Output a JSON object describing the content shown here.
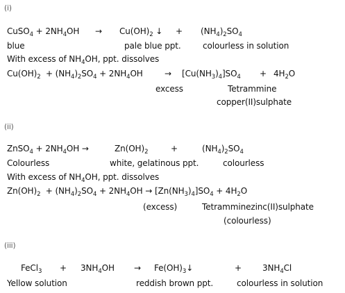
{
  "sections": [
    {
      "label": "(i)",
      "lines": [
        {
          "id": "i1",
          "cells": [
            {
              "k": "a",
              "html": "CuSO<sub>4</sub> + 2NH<sub>4</sub>OH"
            },
            {
              "k": "b",
              "html": "&rarr;"
            },
            {
              "k": "c",
              "html": "Cu(OH)<sub>2</sub> &darr;"
            },
            {
              "k": "d",
              "html": "+"
            },
            {
              "k": "e",
              "html": "(NH<sub>4</sub>)<sub>2</sub>SO<sub>4</sub>"
            }
          ]
        },
        {
          "id": "i2",
          "cells": [
            {
              "k": "a",
              "text": "blue"
            },
            {
              "k": "b",
              "text": "pale blue ppt."
            },
            {
              "k": "c",
              "text": "colourless in solution"
            }
          ]
        },
        {
          "id": "i3",
          "cells": [
            {
              "k": "a",
              "html": "With excess of NH<sub>4</sub>OH, ppt. dissolves"
            }
          ]
        },
        {
          "id": "i4",
          "cells": [
            {
              "k": "a",
              "html": "Cu(OH)<sub>2</sub> &nbsp;+ (NH<sub>4</sub>)<sub>2</sub>SO<sub>4</sub> + 2NH<sub>4</sub>OH"
            },
            {
              "k": "b",
              "html": "&rarr;"
            },
            {
              "k": "c",
              "html": "[Cu(NH<sub>3</sub>)<sub>4</sub>]SO<sub>4</sub>"
            },
            {
              "k": "d",
              "html": "+"
            },
            {
              "k": "e",
              "html": "4H<sub>2</sub>O"
            }
          ]
        },
        {
          "id": "i5",
          "cells": [
            {
              "k": "a",
              "text": "excess"
            },
            {
              "k": "b",
              "text": "Tetrammine"
            }
          ]
        },
        {
          "id": "i6",
          "cells": [
            {
              "k": "a",
              "text": "copper(II)sulphate"
            }
          ]
        }
      ]
    },
    {
      "label": "(ii)",
      "lines": [
        {
          "id": "ii1",
          "cells": [
            {
              "k": "a",
              "html": "ZnSO<sub>4</sub> + 2NH<sub>4</sub>OH &rarr;"
            },
            {
              "k": "b",
              "html": "Zn(OH)<sub>2</sub>"
            },
            {
              "k": "c",
              "html": "+"
            },
            {
              "k": "d",
              "html": "(NH<sub>4</sub>)<sub>2</sub>SO<sub>4</sub>"
            }
          ]
        },
        {
          "id": "ii2",
          "cells": [
            {
              "k": "a",
              "text": "Colourless"
            },
            {
              "k": "b",
              "text": "white, gelatinous ppt."
            },
            {
              "k": "c",
              "text": "colourless"
            }
          ]
        },
        {
          "id": "ii3",
          "cells": [
            {
              "k": "a",
              "html": "With excess of NH<sub>4</sub>OH, ppt. dissolves"
            }
          ]
        },
        {
          "id": "ii4",
          "cells": [
            {
              "k": "a",
              "html": "Zn(OH)<sub>2</sub> &nbsp;+ (NH<sub>4</sub>)<sub>2</sub>SO<sub>4</sub> + 2NH<sub>4</sub>OH &rarr; [Zn(NH<sub>3</sub>)<sub>4</sub>]SO<sub>4</sub> + 4H<sub>2</sub>O"
            }
          ]
        },
        {
          "id": "ii5",
          "cells": [
            {
              "k": "a",
              "text": "(excess)"
            },
            {
              "k": "b",
              "text": "Tetramminezinc(II)sulphate"
            }
          ]
        },
        {
          "id": "ii6",
          "cells": [
            {
              "k": "a",
              "text": "(colourless)"
            }
          ]
        }
      ]
    },
    {
      "label": "(iii)",
      "lines": [
        {
          "id": "iii1",
          "cells": [
            {
              "k": "a",
              "html": "FeCl<sub>3</sub>"
            },
            {
              "k": "b",
              "text": "+"
            },
            {
              "k": "c",
              "html": "3NH<sub>4</sub>OH"
            },
            {
              "k": "d",
              "html": "&rarr;"
            },
            {
              "k": "e",
              "html": "Fe(OH)<sub>3</sub>&darr;"
            },
            {
              "k": "f",
              "text": "+"
            },
            {
              "k": "g",
              "html": "3NH<sub>4</sub>Cl"
            }
          ]
        },
        {
          "id": "iii2",
          "cells": [
            {
              "k": "a",
              "text": "Yellow solution"
            },
            {
              "k": "b",
              "text": "reddish brown ppt."
            },
            {
              "k": "c",
              "text": "colourless in solution"
            }
          ]
        }
      ]
    }
  ]
}
